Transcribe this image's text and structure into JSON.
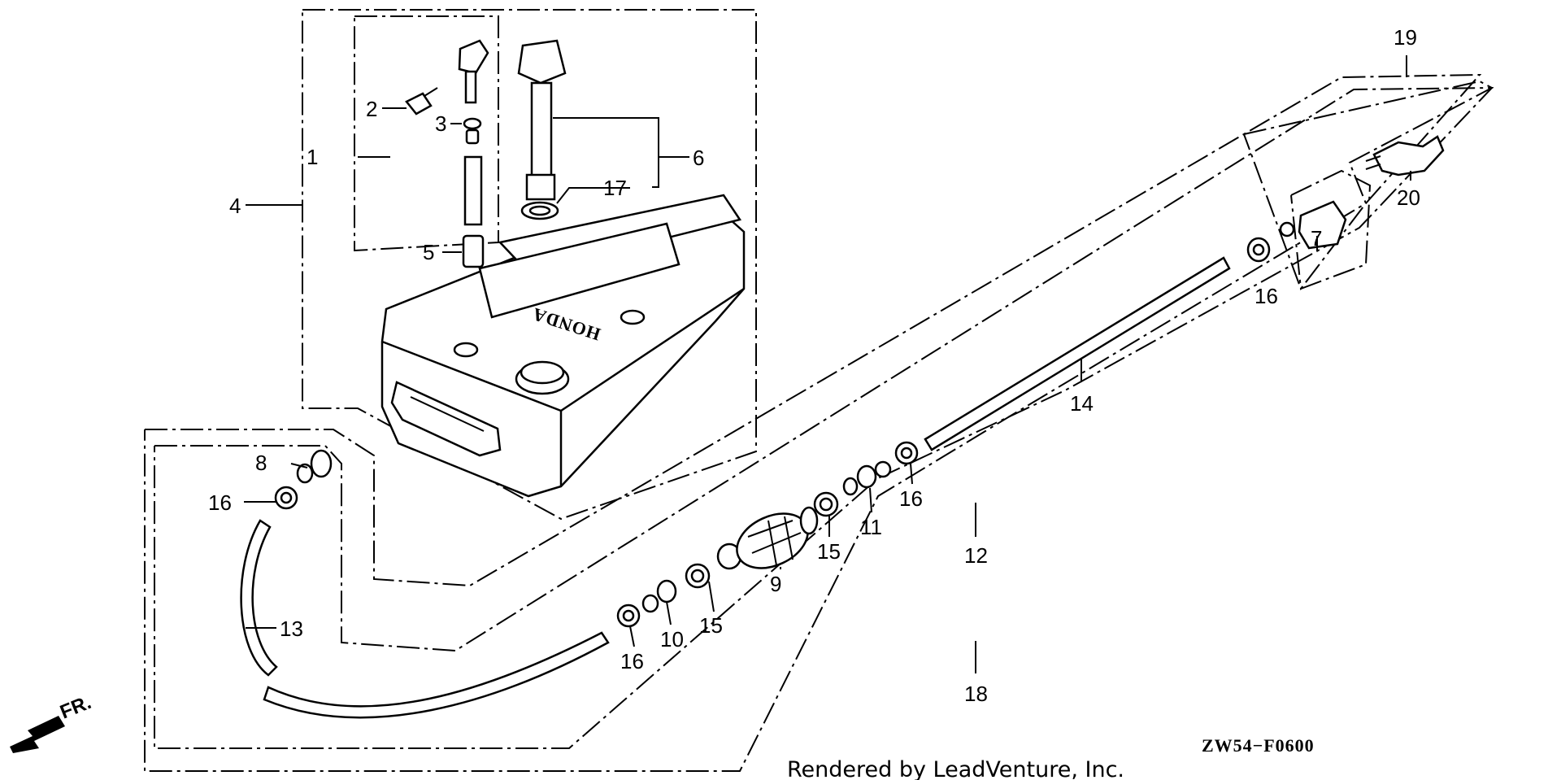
{
  "diagram": {
    "drawing_code": "ZW54−F0600",
    "credit": "Rendered by LeadVenture, Inc.",
    "direction_label": "FR.",
    "brand_mark": "HONDA",
    "callouts": [
      "1",
      "2",
      "3",
      "4",
      "5",
      "6",
      "17",
      "19",
      "20",
      "7",
      "16",
      "14",
      "12",
      "18",
      "8",
      "16",
      "13",
      "10",
      "15",
      "9",
      "16",
      "15",
      "11",
      "16"
    ]
  }
}
